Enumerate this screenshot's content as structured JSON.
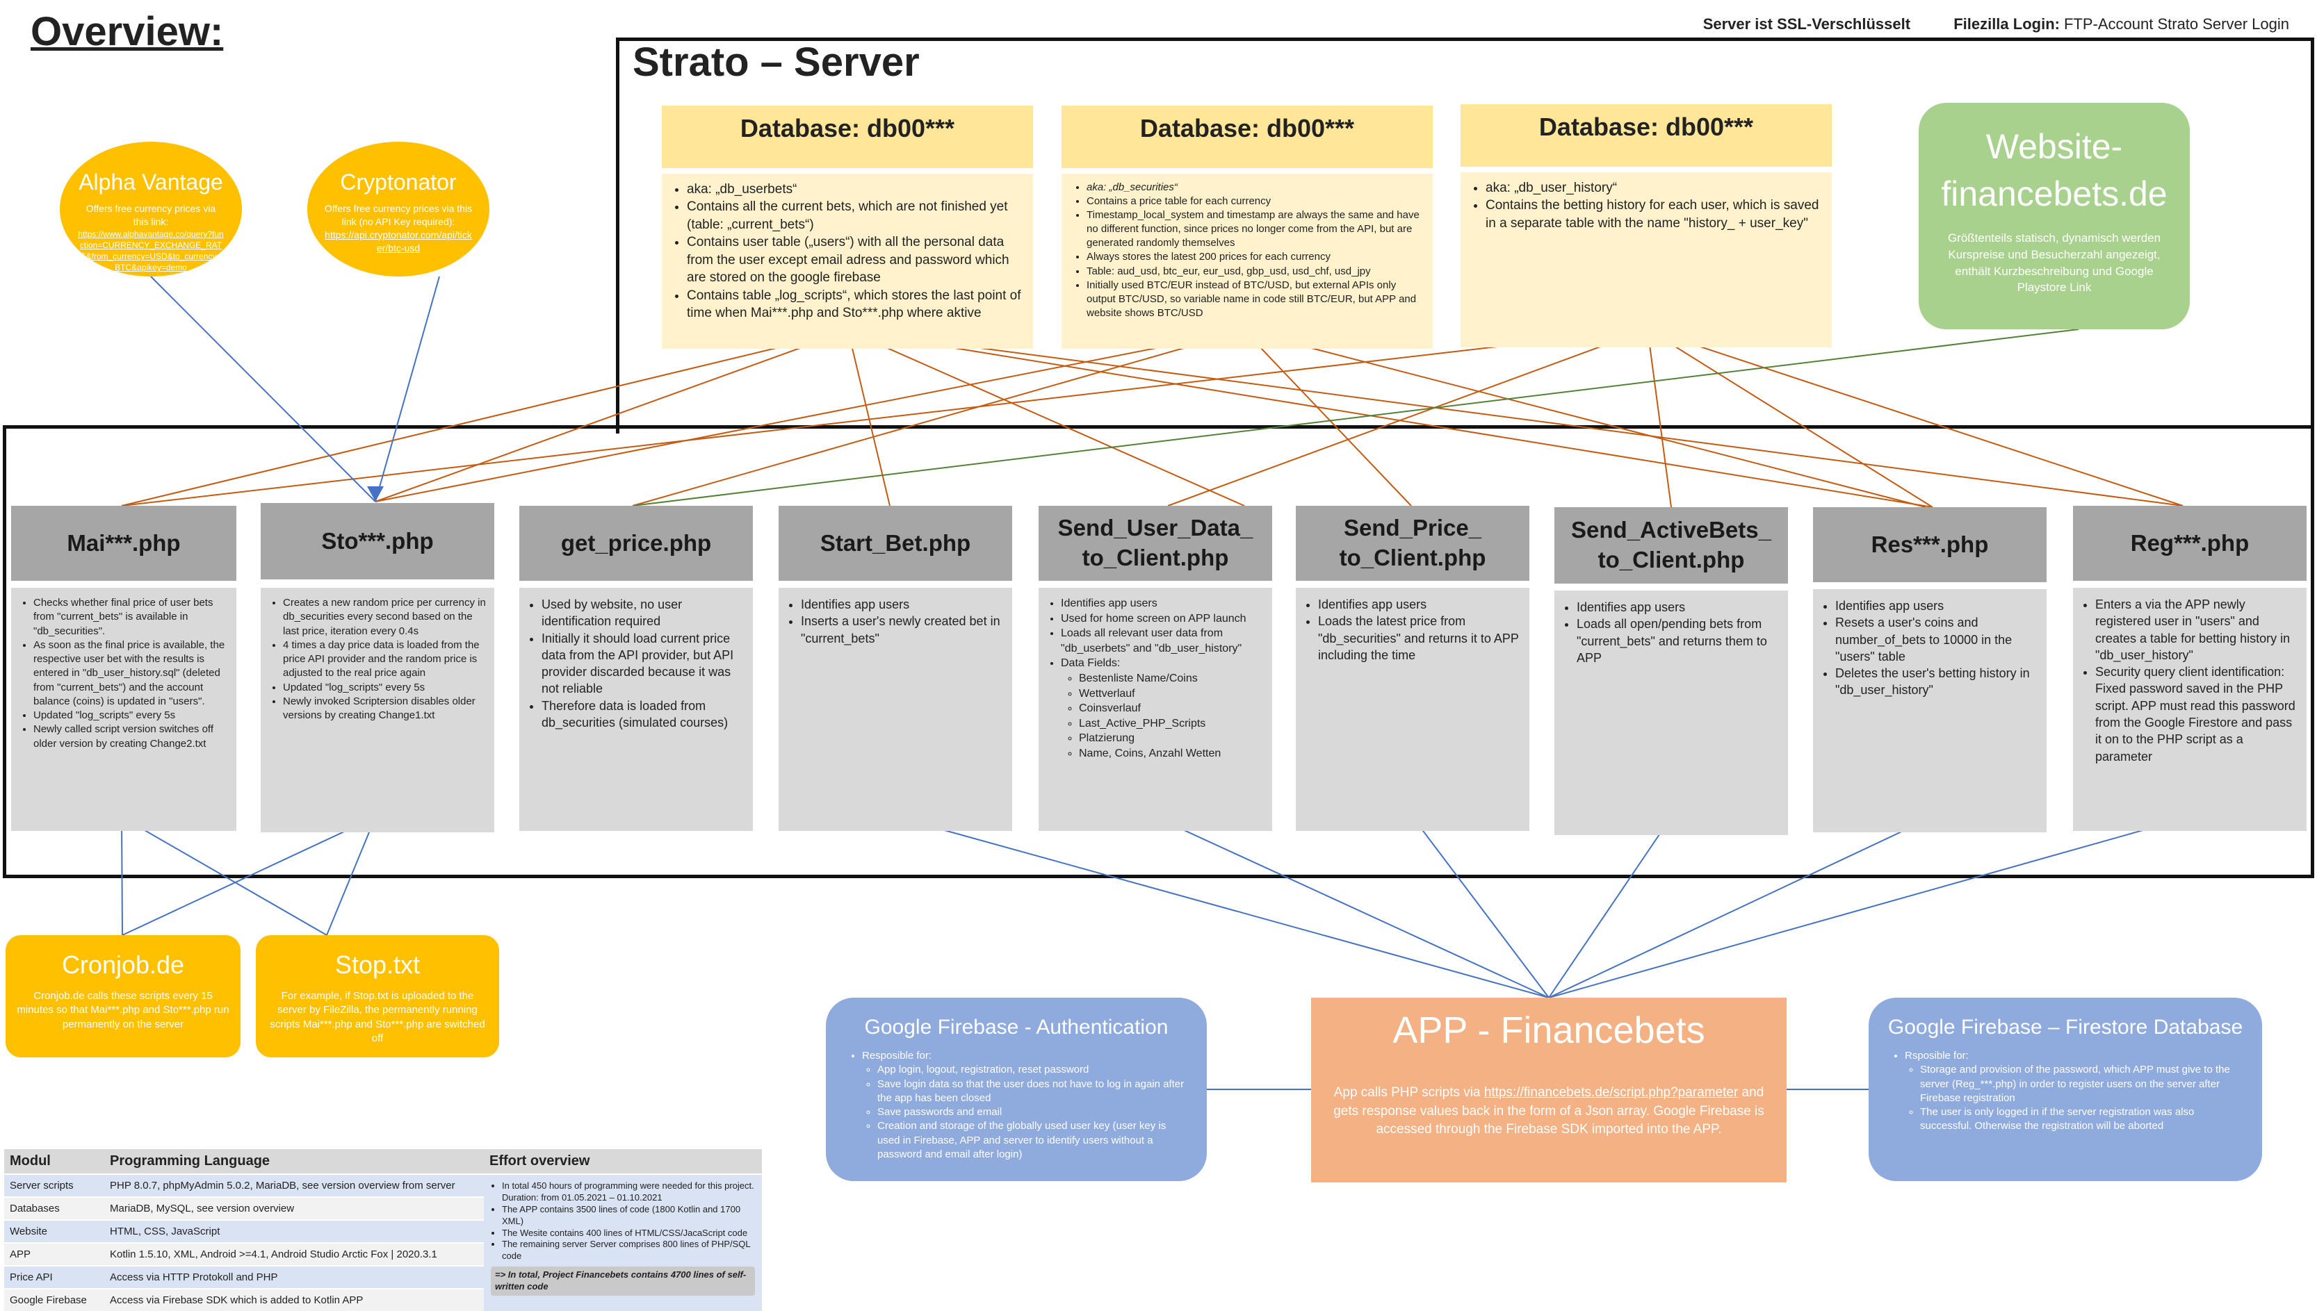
{
  "header": {
    "overview_title": "Overview:",
    "strato_title": "Strato – Server",
    "ssl_text": "Server ist SSL-Verschlüsselt",
    "filezilla_label": "Filezilla Login:",
    "filezilla_value": "FTP-Account Strato Server Login"
  },
  "apis": {
    "alpha": {
      "title": "Alpha Vantage",
      "desc": "Offers free currency prices via this link:",
      "link": "https://www.alphavantage.co/query?function=CURRENCY_EXCHANGE_RATE&from_currency=USD&to_currency=BTC&apikey=demo"
    },
    "crypto": {
      "title": "Cryptonator",
      "desc": "Offers free currency prices via this link (no API Key required):",
      "link": "https://api.cryptonator.com/api/ticker/btc-usd"
    }
  },
  "databases": [
    {
      "title": "Database: db00***",
      "items": [
        "aka: „db_userbets“",
        "Contains all the current bets, which are not finished yet (table: „current_bets“)",
        "Contains user table („users“) with all the personal data from the user except email adress and password which are stored on the google firebase",
        "Contains table „log_scripts“, which stores the last point of time when  Mai***.php and Sto***.php where aktive"
      ]
    },
    {
      "title": "Database: db00***",
      "items": [
        "aka: „db_securities“",
        "Contains a price table for each currency",
        "Timestamp_local_system and timestamp are always the same and have no different function, since prices no longer come from the API, but are generated  randomly themselves",
        "Always stores the latest 200 prices for each currency",
        "Table: aud_usd, btc_eur, eur_usd, gbp_usd, usd_chf, usd_jpy",
        "Initially used BTC/EUR instead of BTC/USD, but external APIs only output BTC/USD, so variable name in code still BTC/EUR, but APP and website shows BTC/USD"
      ]
    },
    {
      "title": "Database: db00***",
      "items": [
        "aka: „db_user_history“",
        "Contains the betting history for each user, which is saved in a separate table with the name \"history_ + user_key\""
      ]
    }
  ],
  "website": {
    "title_line1": "Website-",
    "title_line2": "financebets.de",
    "desc": "Größtenteils statisch, dynamisch werden Kurspreise und Besucherzahl angezeigt, enthält Kurzbeschreibung und Google Playstore Link"
  },
  "scripts": [
    {
      "title": "Mai***.php",
      "items": [
        "Checks whether final price of user bets from \"current_bets\" is available in \"db_securities\".",
        "As soon as the final price is available, the respective user bet with the results is entered in \"db_user_history.sql\" (deleted from \"current_bets\") and the account balance (coins) is updated in \"users\".",
        "Updated \"log_scripts\" every 5s",
        "Newly called script version switches off older version by creating Change2.txt"
      ]
    },
    {
      "title": "Sto***.php",
      "items": [
        "Creates a new random price per currency  in db_securities  every second based on the last price, iteration every 0.4s",
        "4 times a day price data is loaded from the price API provider and the random price is adjusted to the real price again",
        "Updated \"log_scripts\" every 5s",
        "Newly invoked Scriptersion disables older versions by creating Change1.txt"
      ]
    },
    {
      "title": "get_price.php",
      "items": [
        "Used by website, no user identification required",
        "Initially it should load current price data from the API provider, but API provider discarded because it was not reliable",
        "Therefore  data is loaded from db_securities (simulated courses)"
      ]
    },
    {
      "title": "Start_Bet.php",
      "items": [
        "Identifies app users",
        "Inserts a user's newly created bet in \"current_bets\""
      ]
    },
    {
      "title_line1": "Send_User_Data_",
      "title_line2": "to_Client.php",
      "items": [
        "Identifies app users",
        "Used for home screen on APP launch",
        "Loads all relevant user data from \"db_userbets\" and \"db_user_history\"",
        "Data Fields:"
      ],
      "sub_items": [
        "Bestenliste Name/Coins",
        "Wettverlauf",
        "Coinsverlauf",
        "Last_Active_PHP_Scripts",
        "Platzierung",
        "Name, Coins, Anzahl Wetten"
      ]
    },
    {
      "title_line1": "Send_Price_",
      "title_line2": "to_Client.php",
      "items": [
        "Identifies app users",
        "Loads the latest price from \"db_securities\" and returns it to APP including the time"
      ]
    },
    {
      "title_line1": "Send_ActiveBets_",
      "title_line2": "to_Client.php",
      "items": [
        "Identifies app users",
        "Loads all open/pending bets from \"current_bets\" and returns them to APP"
      ]
    },
    {
      "title": "Res***.php",
      "items": [
        "Identifies app users",
        "Resets a user's coins and number_of_bets to 10000 in the \"users\" table",
        "Deletes the user's betting history in \"db_user_history\""
      ]
    },
    {
      "title": "Reg***.php",
      "items": [
        "Enters a via the APP newly registered user in \"users\" and creates a table for betting history in \"db_user_history\"",
        "Security query client identification: Fixed password saved in the PHP script. APP must read this password from the Google Firestore and pass it on to the PHP script as a parameter"
      ]
    }
  ],
  "cron": {
    "title": "Cronjob.de",
    "desc": "Cronjob.de calls these scripts every 15 minutes so that Mai***.php and Sto***.php run permanently on the server"
  },
  "stop": {
    "title": "Stop.txt",
    "desc": "For example, if Stop.txt is uploaded to the server by FileZilla, the permanently running scripts Mai***.php and Sto***.php are switched off"
  },
  "firebase_auth": {
    "title": "Google Firebase - Authentication",
    "lead": "Resposible for:",
    "items": [
      "App login, logout, registration, reset password",
      "Save login data so that the user does not have to log in again after the app has been closed",
      "Save passwords and email",
      "Creation and storage of the globally used user key (user key is used in Firebase, APP and server to identify users without a password and email after login)"
    ]
  },
  "app": {
    "title": "APP - Financebets",
    "desc_pre": "App calls PHP scripts via ",
    "desc_link": "https://financebets.de/script.php?parameter",
    "desc_post": " and gets response values back in the form of a Json array. Google Firebase is accessed through the Firebase SDK imported into the APP."
  },
  "firestore": {
    "title": "Google Firebase – Firestore Database",
    "lead": "Rsposible for:",
    "items": [
      "Storage and provision of the password, which APP must give to the server (Reg_***.php)  in order to register users on the server after Firebase registration",
      "The user is only logged in if the server registration was also successful. Otherwise the registration will be aborted"
    ]
  },
  "modules": {
    "headers": [
      "Modul",
      "Programming Language",
      "Effort overview"
    ],
    "rows": [
      [
        "Server scripts",
        "PHP 8.0.7, phpMyAdmin 5.0.2, MariaDB, see version overview from server"
      ],
      [
        "Databases",
        "MariaDB,  MySQL, see version overview"
      ],
      [
        "Website",
        "HTML, CSS, JavaScript"
      ],
      [
        "APP",
        "Kotlin 1.5.10, XML, Android >=4.1, Android Studio Arctic Fox | 2020.3.1"
      ],
      [
        "Price API",
        "Access via HTTP Protokoll and PHP"
      ],
      [
        "Google Firebase",
        "Access via Firebase SDK which is added to Kotlin APP"
      ]
    ],
    "effort_items": [
      "In total 450 hours of programming were needed for this project. Duration: from 01.05.2021 – 01.10.2021",
      "The APP contains 3500 lines of code (1800 Kotlin and 1700 XML)",
      "The Wesite contains  400 lines of HTML/CSS/JacaScript code",
      "The remaining server Server comprises 800 lines of PHP/SQL code"
    ],
    "effort_summary": "=> In total, Project Financebets contains 4700 lines of self-written code"
  },
  "colors": {
    "api_orange": "#ffc000",
    "db_header": "#ffe699",
    "db_body": "#fff2cc",
    "website_green": "#a9d18e",
    "php_header": "#a6a6a6",
    "php_body": "#d9d9d9",
    "firebase_blue": "#8faadc",
    "app_orange": "#f4b183",
    "line_brown": "#c55a11",
    "line_blue": "#4472c4",
    "line_green": "#548235"
  }
}
